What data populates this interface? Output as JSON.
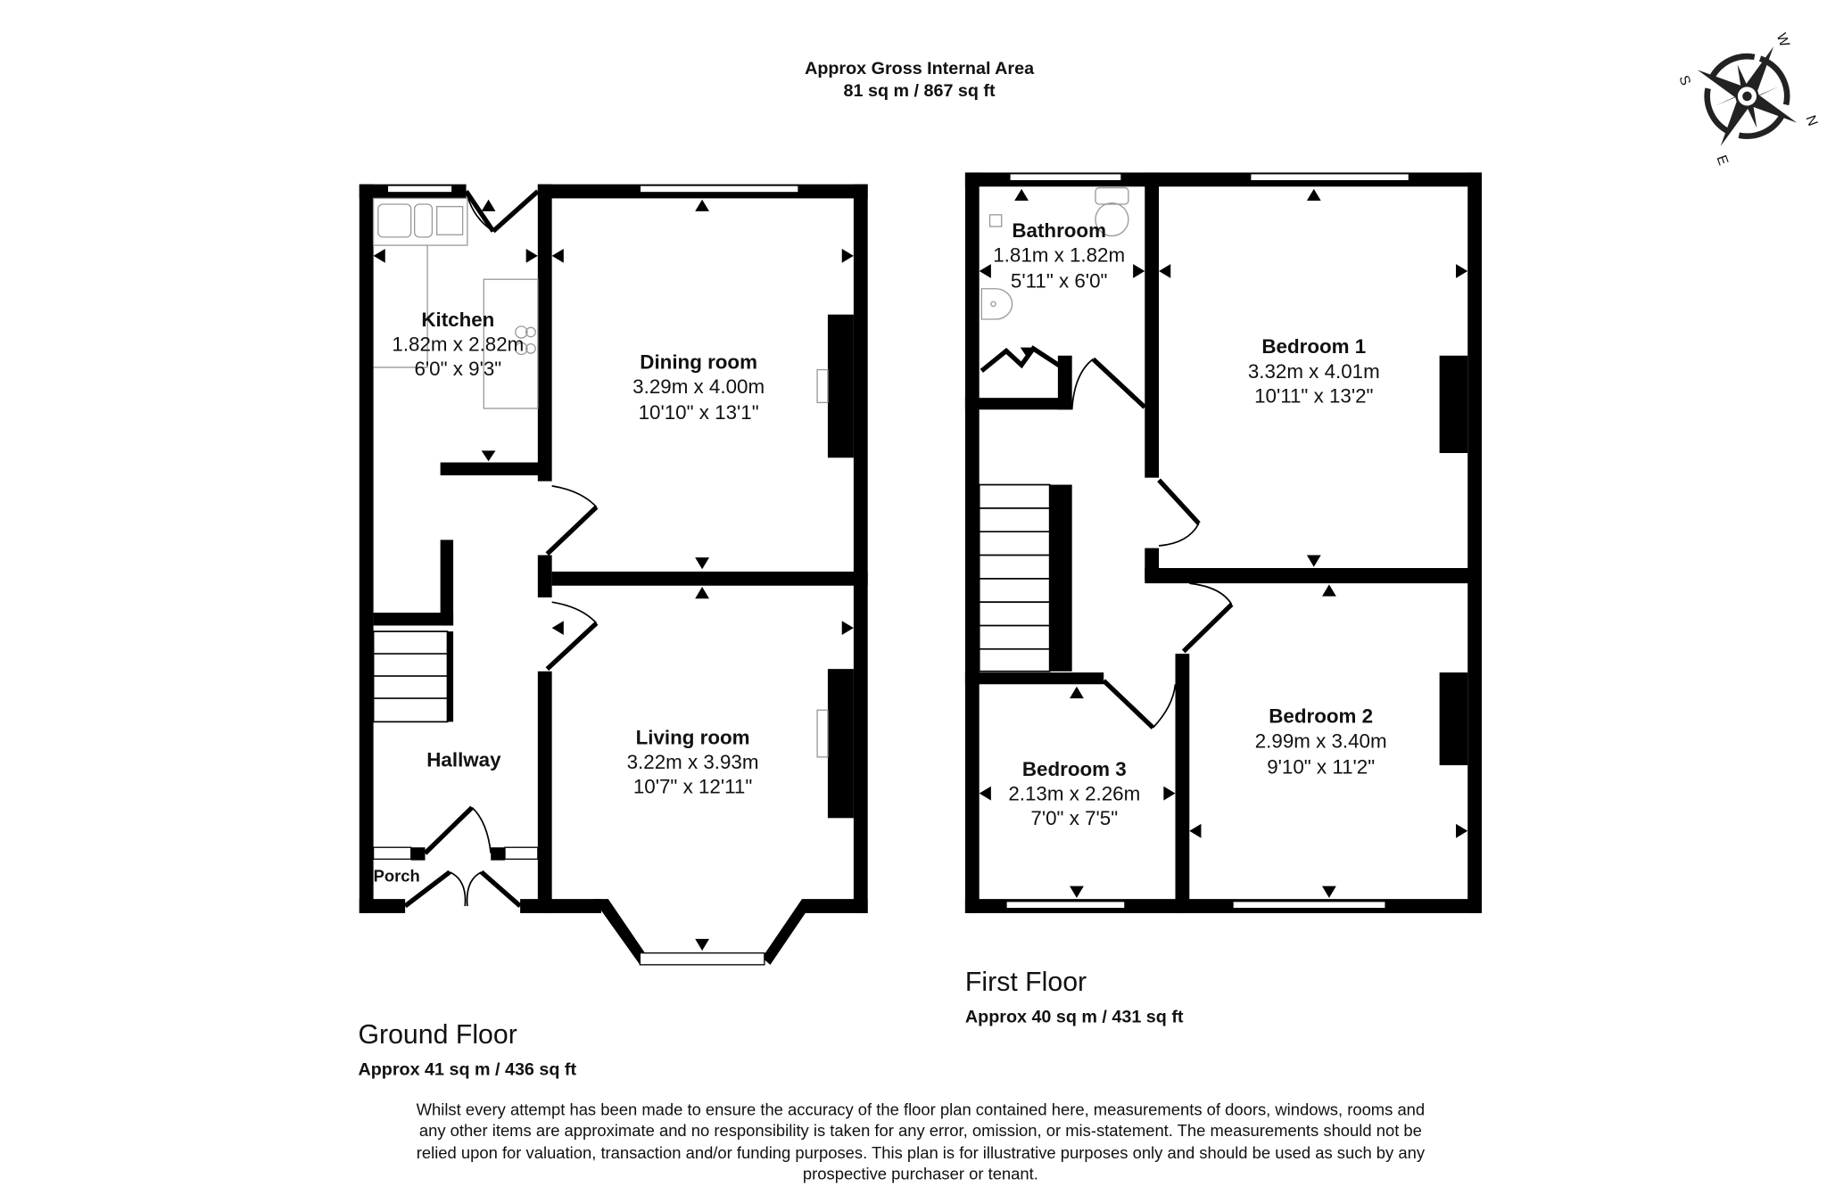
{
  "header": {
    "title": "Approx Gross Internal Area",
    "area": "81 sq m / 867 sq ft"
  },
  "compass": {
    "labels": [
      "W",
      "S",
      "N",
      "E"
    ]
  },
  "ground_floor": {
    "label": "Ground Floor",
    "area": "Approx 41 sq m / 436 sq ft",
    "rooms": [
      {
        "name": "Kitchen",
        "metric": "1.82m x 2.82m",
        "imperial": "6'0\" x 9'3\""
      },
      {
        "name": "Dining room",
        "metric": "3.29m x 4.00m",
        "imperial": "10'10\" x 13'1\""
      },
      {
        "name": "Living room",
        "metric": "3.22m x 3.93m",
        "imperial": "10'7\" x 12'11\""
      },
      {
        "name": "Hallway"
      },
      {
        "name": "Porch"
      }
    ]
  },
  "first_floor": {
    "label": "First Floor",
    "area": "Approx 40 sq m / 431 sq ft",
    "rooms": [
      {
        "name": "Bathroom",
        "metric": "1.81m x 1.82m",
        "imperial": "5'11\" x 6'0\""
      },
      {
        "name": "Bedroom 1",
        "metric": "3.32m x 4.01m",
        "imperial": "10'11\" x 13'2\""
      },
      {
        "name": "Bedroom 2",
        "metric": "2.99m x 3.40m",
        "imperial": "9'10\" x 11'2\""
      },
      {
        "name": "Bedroom 3",
        "metric": "2.13m x 2.26m",
        "imperial": "7'0\" x 7'5\""
      }
    ]
  },
  "disclaimer": [
    "Whilst every attempt has been made to ensure the accuracy of the floor plan contained here, measurements of doors, windows, rooms and",
    "any other items are approximate and no responsibility is taken for any error, omission, or mis-statement. The measurements should not be",
    "relied upon for valuation, transaction and/or funding purposes. This plan is for illustrative purposes only and should be used as such by any",
    "prospective purchaser or tenant."
  ]
}
